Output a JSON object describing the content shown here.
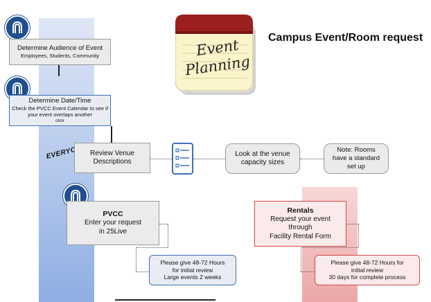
{
  "title": "Campus Event/Room request",
  "notepad": {
    "line1": "Event",
    "line2": "Planning"
  },
  "steps": {
    "audience": {
      "title": "Determine Audience of Event",
      "sub": "Employees, Students, Community"
    },
    "date": {
      "title": "Determine Date/Time",
      "sub": "Check the PVCC Event Calendar to see if your event overlaps another",
      "sub2": "click"
    },
    "review": {
      "line1": "Review Venue",
      "line2": "Descriptions"
    },
    "capacity": {
      "line1": "Look at the venue",
      "line2": "capacity sizes"
    },
    "note": {
      "line1": "Note: Rooms",
      "line2": "have a standard",
      "line3": "set up"
    },
    "everyone_label": "EVERYONE",
    "pvcc": {
      "title": "PVCC",
      "line1": "Enter your request",
      "line2": "in 25Live"
    },
    "pvcc_note": {
      "line1": "Please give 48-72 Hours",
      "line2": "for initial review",
      "line3": "Large events 2 weeks"
    },
    "rentals": {
      "title": "Rentals",
      "line1": "Request your event",
      "line2": "through",
      "line3": "Facility Rental Form"
    },
    "rentals_note": {
      "line1": "Please give 48-72 Hours for",
      "line2": "initial review",
      "line3": "30 days for complete process"
    }
  },
  "colors": {
    "pvcc_blue": "#1f4f8f",
    "rentals_red": "#d64848",
    "lane_blue": "#c5d4ee",
    "lane_red": "#f3c4c4"
  },
  "icons": [
    "college-logo-icon",
    "checklist-icon",
    "notepad-icon"
  ]
}
